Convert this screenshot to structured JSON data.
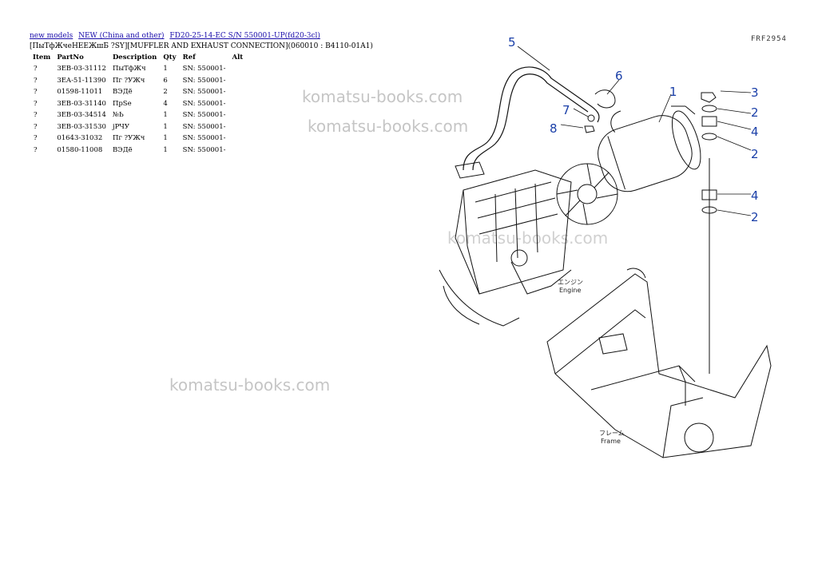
{
  "breadcrumb": {
    "links": [
      "new models",
      "NEW (China and other)",
      "FD20-25-14-EC S/N 550001-UP(fd20-3cl)"
    ]
  },
  "subtitle": "[ПыТфЖчеНЕЕЖшБ ?SY][MUFFLER AND EXHAUST CONNECTION](060010 : B4110-01A1)",
  "table": {
    "headers": [
      "Item",
      "PartNo",
      "Description",
      "Qty",
      "Ref",
      "Alt"
    ],
    "rows": [
      [
        "?",
        "3EB-03-31112",
        "ПыТфЖч",
        "1",
        "SN: 550001-",
        ""
      ],
      [
        "?",
        "3EA-51-11390",
        "Пг ?УЖч",
        "6",
        "SN: 550001-",
        ""
      ],
      [
        "?",
        "01598-11011",
        "ВЭДё",
        "2",
        "SN: 550001-",
        ""
      ],
      [
        "?",
        "3EB-03-31140",
        "ПрSе",
        "4",
        "SN: 550001-",
        ""
      ],
      [
        "?",
        "3EB-03-34514",
        "№Ь",
        "1",
        "SN: 550001-",
        ""
      ],
      [
        "?",
        "3EB-03-31530",
        "jРЧУ",
        "1",
        "SN: 550001-",
        ""
      ],
      [
        "?",
        "01643-31032",
        "Пг ?УЖч",
        "1",
        "SN: 550001-",
        ""
      ],
      [
        "?",
        "01580-11008",
        "ВЭДё",
        "1",
        "SN: 550001-",
        ""
      ]
    ]
  },
  "watermarks": [
    "komatsu-books.com",
    "komatsu-books.com",
    "komatsu-books.com",
    "komatsu-books.com"
  ],
  "diagram": {
    "page_code": "FRF2954",
    "callouts": [
      "5",
      "6",
      "7",
      "8",
      "1",
      "3",
      "2",
      "4",
      "2",
      "4",
      "2"
    ],
    "engine_label": "Engine",
    "engine_label_jp": "エンジン",
    "frame_label": "Frame",
    "frame_label_jp": "フレーム",
    "callout_color": "#1a3fa8"
  }
}
